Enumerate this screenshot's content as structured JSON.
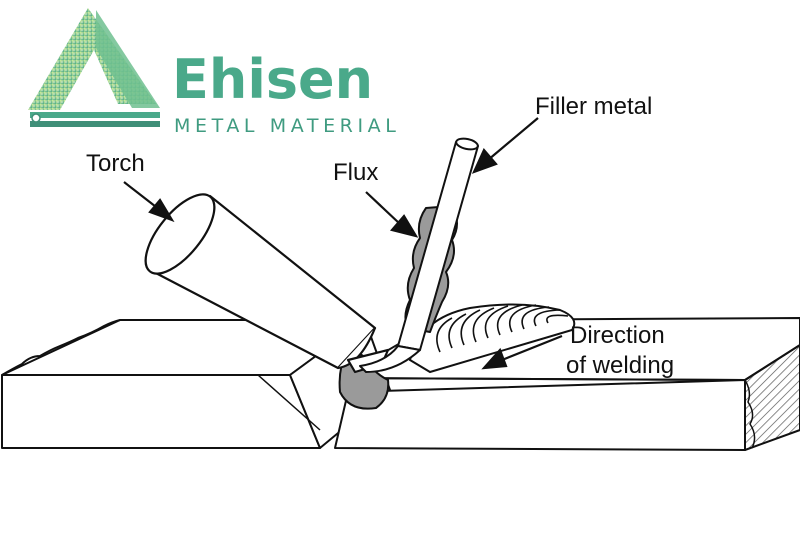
{
  "logo": {
    "name": "Ehisen",
    "subtitle": "METAL MATERIAL",
    "colors": {
      "primary": "#4aa98a",
      "light": "#b9e0b4",
      "dark": "#2f8068"
    }
  },
  "labels": {
    "torch": "Torch",
    "flux": "Flux",
    "filler_metal": "Filler metal",
    "direction_line1": "Direction",
    "direction_line2": "of welding"
  },
  "colors": {
    "outline": "#111111",
    "flux_fill": "#9a9a9a",
    "hatch": "#555555"
  }
}
